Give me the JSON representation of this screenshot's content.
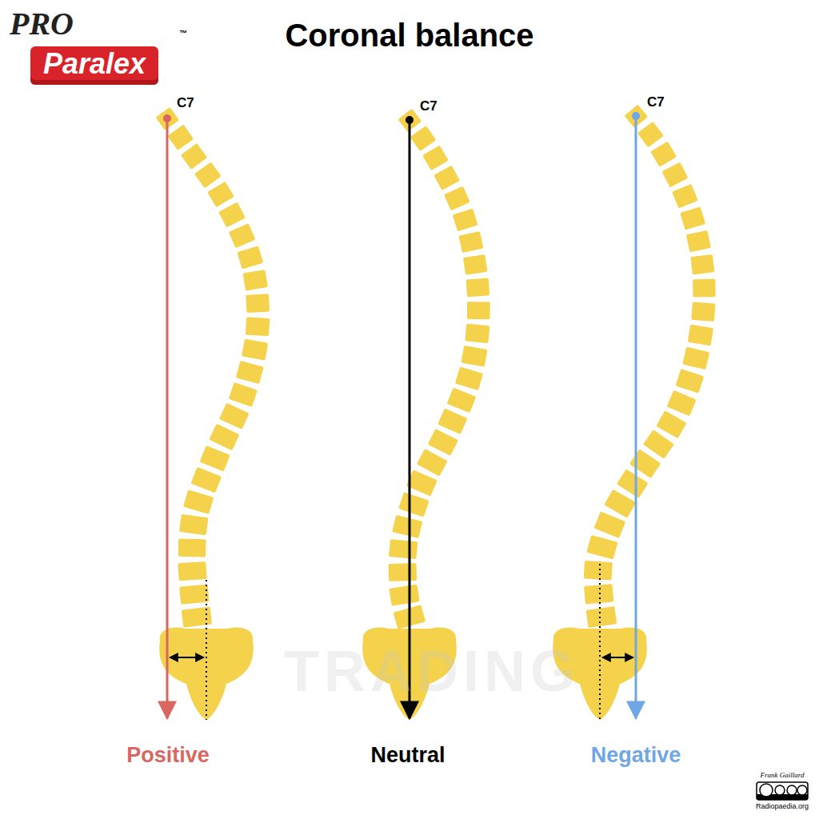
{
  "diagram": {
    "title": "Coronal balance",
    "nodes": [
      {
        "text": [
          "PRO",
          "Paralex"
        ]
      }
    ],
    "labels": [
      "™",
      "C7",
      "C7",
      "C7",
      "TRADING",
      "Positive",
      "Neutral",
      "Negative",
      "Frank Gaillard",
      "Radiopaedia.org"
    ]
  }
}
